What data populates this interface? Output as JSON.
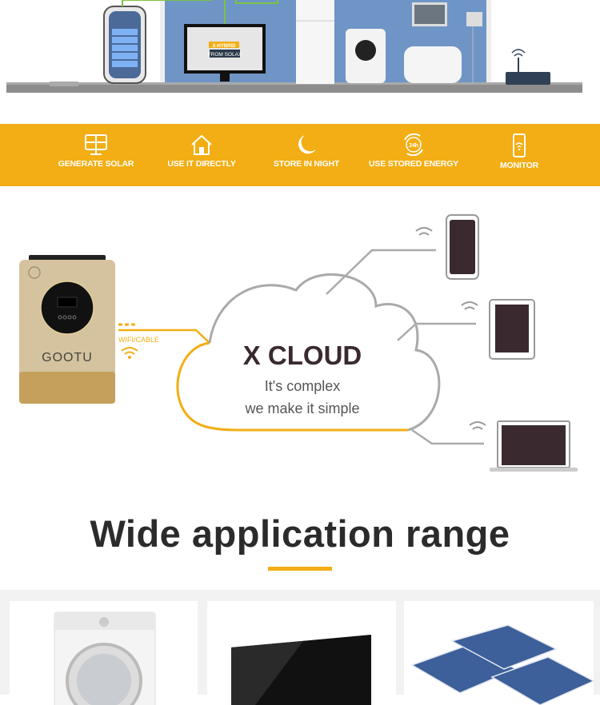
{
  "features": [
    {
      "label": "GENERATE SOLAR",
      "icon": "solar-panel-icon"
    },
    {
      "label": "USE IT DIRECTLY",
      "icon": "solar-house-icon"
    },
    {
      "label": "STORE IN NIGHT",
      "icon": "moon-icon"
    },
    {
      "label": "USE STORED ENERGY",
      "icon": "24h-globe-icon"
    },
    {
      "label": "MONITOR",
      "icon": "phone-wifi-icon"
    }
  ],
  "diagram": {
    "brand": "GOOTU",
    "connection_label": "WIFI/CABLE",
    "cloud_title": "X CLOUD",
    "cloud_line1": "It's complex",
    "cloud_line2": "we make it simple",
    "tv_text1": "X-HYBRID",
    "tv_text2": "FROM SOLAX"
  },
  "section": {
    "title": "Wide application range"
  },
  "colors": {
    "accent": "#f2ae14",
    "wall": "#6f95c6",
    "dark": "#3a2a30"
  }
}
